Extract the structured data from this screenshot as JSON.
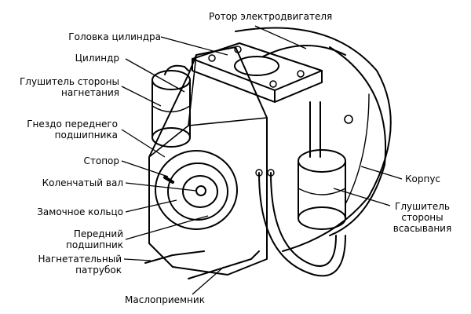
{
  "diagram": {
    "labels": {
      "rotor": "Ротор электродвигателя",
      "cylinder_head": "Головка цилиндра",
      "cylinder": "Цилиндр",
      "discharge_muffler": [
        "Глушитель стороны",
        "нагнетания"
      ],
      "front_bearing_seat": [
        "Гнездо переднего",
        "подшипника"
      ],
      "stopper": "Стопор",
      "crankshaft": "Коленчатый вал",
      "lock_ring": "Замочное кольцо",
      "front_bearing": [
        "Передний",
        "подшипник"
      ],
      "discharge_pipe": [
        "Нагнетательный",
        "патрубок"
      ],
      "oil_pickup": "Маслоприемник",
      "housing": "Корпус",
      "suction_muffler": [
        "Глушитель",
        "стороны",
        "всасывания"
      ]
    }
  }
}
